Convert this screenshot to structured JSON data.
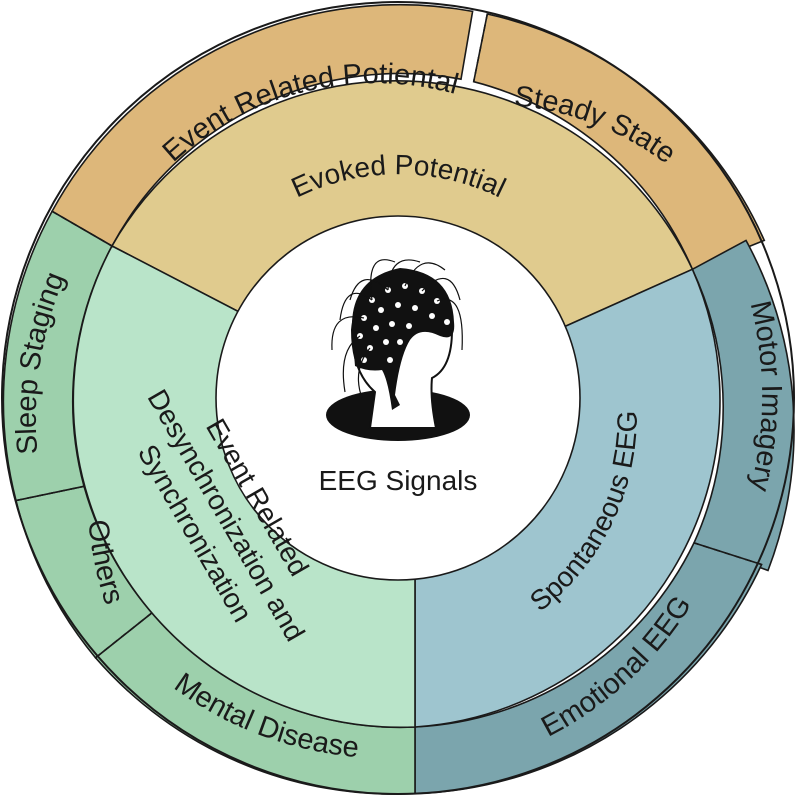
{
  "center": {
    "label": "EEG Signals",
    "icon": "eeg-cap-head-icon"
  },
  "inner_ring": [
    {
      "id": "evoked",
      "label": "Evoked Potential",
      "color": "#e0cb8e"
    },
    {
      "id": "spontaneous",
      "label": "Spontaneous EEG",
      "color": "#9ec5cf"
    },
    {
      "id": "erds",
      "label": "Event Related Desynchronization and Synchronization",
      "lines": [
        "Event Related",
        "Desynchronization and",
        "Synchronization"
      ],
      "color": "#b9e4c9"
    }
  ],
  "outer_ring": [
    {
      "id": "erp",
      "label": "Event Related Potiental",
      "color": "#ddb77a"
    },
    {
      "id": "steady-state",
      "label": "Steady State",
      "color": "#ddb77a"
    },
    {
      "id": "motor-imagery",
      "label": "Motor Imagery",
      "color": "#7ba5ad"
    },
    {
      "id": "emotional-eeg",
      "label": "Emotional EEG",
      "color": "#7ba5ad"
    },
    {
      "id": "mental-disease",
      "label": "Mental Disease",
      "color": "#9dd0ac"
    },
    {
      "id": "others",
      "label": "Others",
      "color": "#9dd0ac"
    },
    {
      "id": "sleep-staging",
      "label": "Sleep Staging",
      "color": "#9dd0ac"
    }
  ]
}
